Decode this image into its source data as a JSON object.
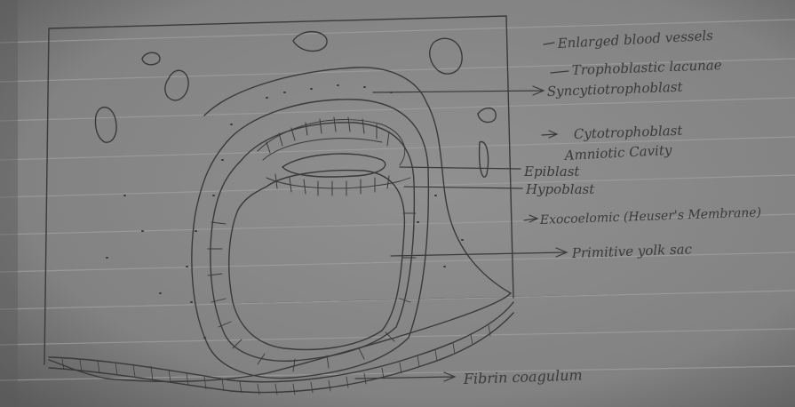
{
  "labels": {
    "enlarged_blood_vessels": "Enlarged blood vessels",
    "trophoblastic_lacunae": "Trophoblastic lacunae",
    "syncytiotrophoblast": "Syncytiotrophoblast",
    "cytotrophoblast": "Cytotrophoblast",
    "amniotic_cavity": "Amniotic Cavity",
    "epiblast": "Epiblast",
    "hypoblast": "Hypoblast",
    "exocoelomic_membrane": "Exocoelomic (Heuser's Membrane)",
    "primitive_yolk_sac": "Primitive yolk sac",
    "fibrin_coagulum": "Fibrin coagulum"
  },
  "colors": {
    "paper": "#8a8a8a",
    "paper_shadow": "#5e5e5e",
    "rule_line": "#9a9a9a",
    "pencil": "#3c3c3c"
  }
}
